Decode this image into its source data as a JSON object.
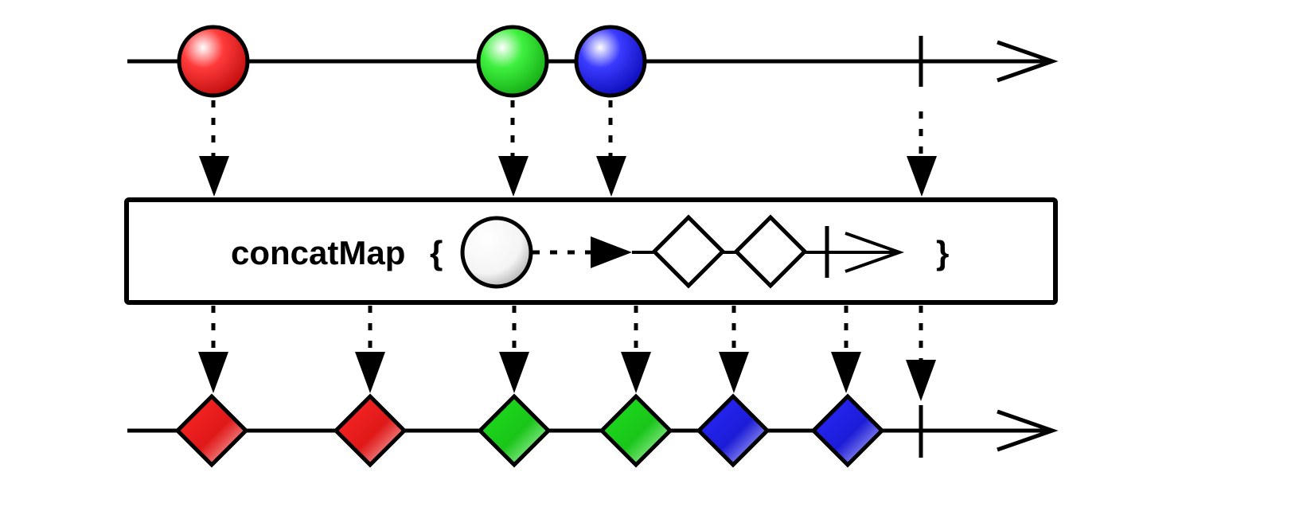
{
  "operator": {
    "name": "concatMap",
    "open_brace": "{",
    "close_brace": "}"
  },
  "colors": {
    "line": "#000000",
    "box_fill": "#ffffff",
    "red": "#e21a1a",
    "green": "#1fd21f",
    "blue": "#2323dd",
    "white_marble": "#f4f4f4"
  },
  "source": {
    "items": [
      {
        "shape": "circle",
        "color": "red"
      },
      {
        "shape": "circle",
        "color": "green"
      },
      {
        "shape": "circle",
        "color": "blue"
      }
    ],
    "completes": true
  },
  "inner_template": {
    "emits": [
      "diamond",
      "diamond"
    ],
    "completes": true
  },
  "output": {
    "items": [
      {
        "shape": "diamond",
        "color": "red"
      },
      {
        "shape": "diamond",
        "color": "red"
      },
      {
        "shape": "diamond",
        "color": "green"
      },
      {
        "shape": "diamond",
        "color": "green"
      },
      {
        "shape": "diamond",
        "color": "blue"
      },
      {
        "shape": "diamond",
        "color": "blue"
      }
    ],
    "completes": true
  }
}
